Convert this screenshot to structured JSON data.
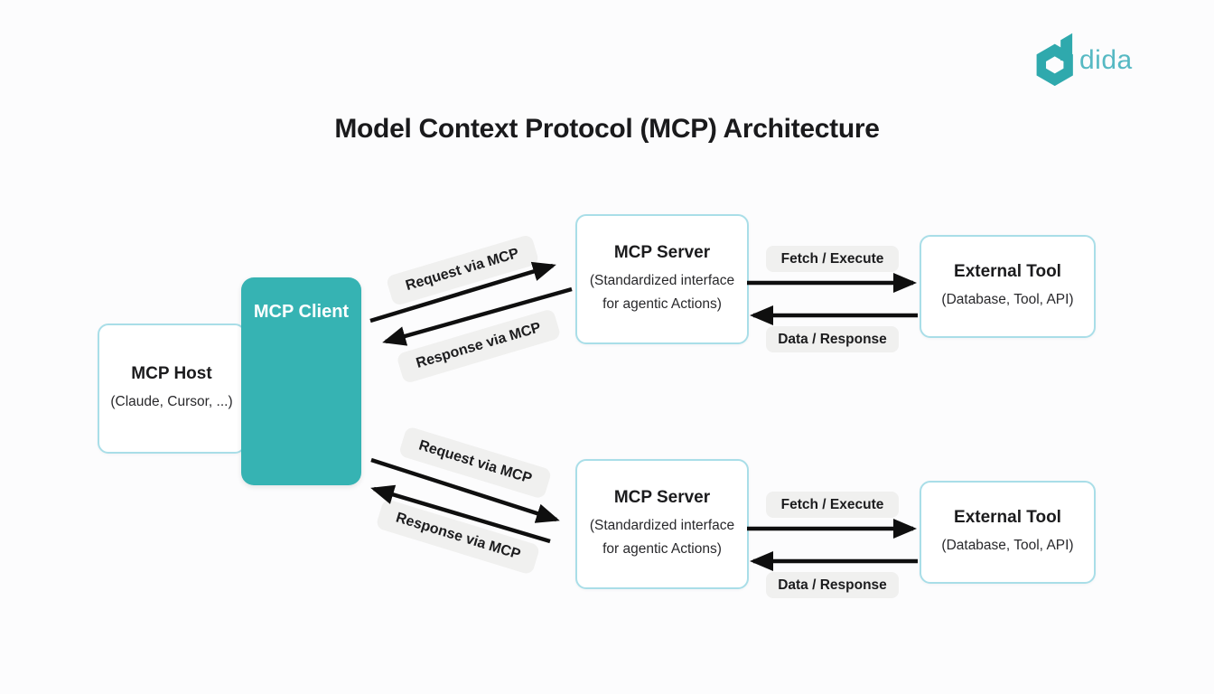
{
  "title": "Model Context Protocol (MCP) Architecture",
  "logo": {
    "brand": "dida",
    "icon": "dida-hexagon-d-icon",
    "icon_color": "#2fa9ad",
    "text_color": "#56b9c3"
  },
  "nodes": {
    "mcp_host": {
      "title": "MCP Host",
      "subtitle": "(Claude, Cursor, ...)"
    },
    "mcp_client": {
      "title": "MCP Client"
    },
    "mcp_server_top": {
      "title": "MCP Server",
      "subtitle_line1": "(Standardized interface",
      "subtitle_line2": "for agentic Actions)"
    },
    "mcp_server_bottom": {
      "title": "MCP Server",
      "subtitle_line1": "(Standardized interface",
      "subtitle_line2": "for agentic Actions)"
    },
    "external_tool_top": {
      "title": "External Tool",
      "subtitle": "(Database, Tool, API)"
    },
    "external_tool_bottom": {
      "title": "External Tool",
      "subtitle": "(Database, Tool, API)"
    }
  },
  "edge_labels": {
    "request_top": "Request via MCP",
    "response_top": "Response via MCP",
    "request_bottom": "Request via MCP",
    "response_bottom": "Response via MCP",
    "fetch_top": "Fetch / Execute",
    "data_top": "Data / Response",
    "fetch_bottom": "Fetch / Execute",
    "data_bottom": "Data / Response"
  },
  "colors": {
    "background": "#fcfcfd",
    "accent_teal": "#36b3b3",
    "box_border": "#a9dee8",
    "arrow": "#0f0f0f",
    "badge_background": "#f0f0ef",
    "title_text": "#1a1a1c"
  }
}
